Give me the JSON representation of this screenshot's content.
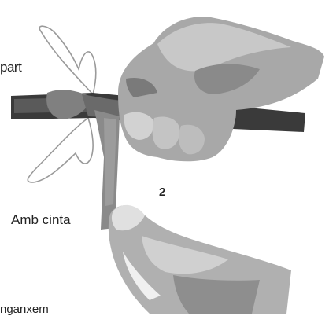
{
  "labels": {
    "part": "part",
    "step_number": "2",
    "amb_cinta": "Amb cinta",
    "bottom": "nganxem"
  },
  "colors": {
    "background": "#ffffff",
    "skin_dark": "#6e6e6e",
    "skin_mid": "#a8a8a8",
    "skin_light": "#dcdcdc",
    "stick": "#3a3a3a",
    "ribbon": "#707070",
    "outline": "#9a9a9a"
  },
  "illustration": {
    "subject": "hands tying ribbon around a stick with a bow",
    "style": "grayscale illustration"
  }
}
